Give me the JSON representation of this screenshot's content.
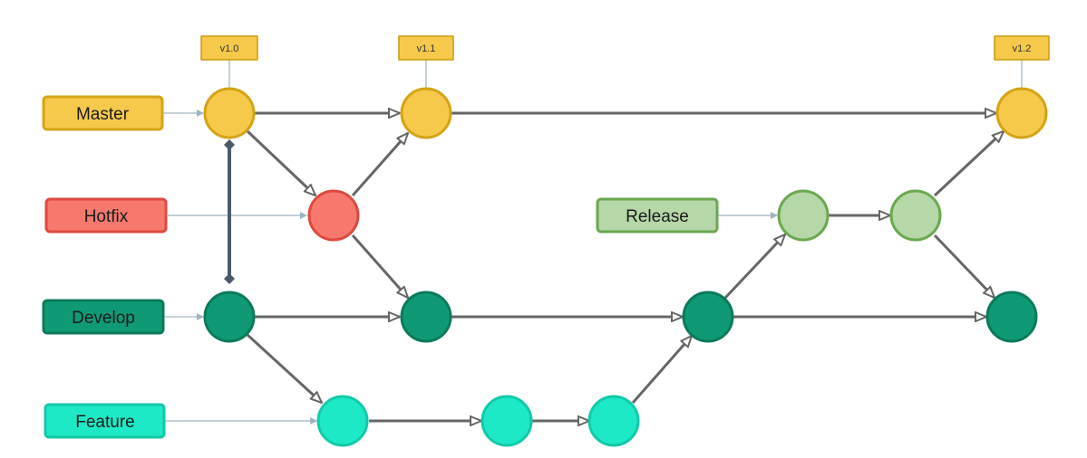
{
  "branches": [
    {
      "id": "master",
      "label": "Master",
      "fill": "#f6c94b",
      "stroke": "#d4a415"
    },
    {
      "id": "hotfix",
      "label": "Hotfix",
      "fill": "#f7796e",
      "stroke": "#dd4a3d"
    },
    {
      "id": "release",
      "label": "Release",
      "fill": "#b6d7a8",
      "stroke": "#6aa84f"
    },
    {
      "id": "develop",
      "label": "Develop",
      "fill": "#0f9a75",
      "stroke": "#0b7a5b"
    },
    {
      "id": "feature",
      "label": "Feature",
      "fill": "#1de9c6",
      "stroke": "#13c9a8"
    }
  ],
  "tags": [
    "v1.0",
    "v1.1",
    "v1.2"
  ],
  "colors": {
    "arrow": "#666666",
    "label_link": "#9fb4c0",
    "sync_link": "#4a5a6b",
    "tag_fill": "#f6c94b",
    "tag_stroke": "#c99a0f"
  }
}
